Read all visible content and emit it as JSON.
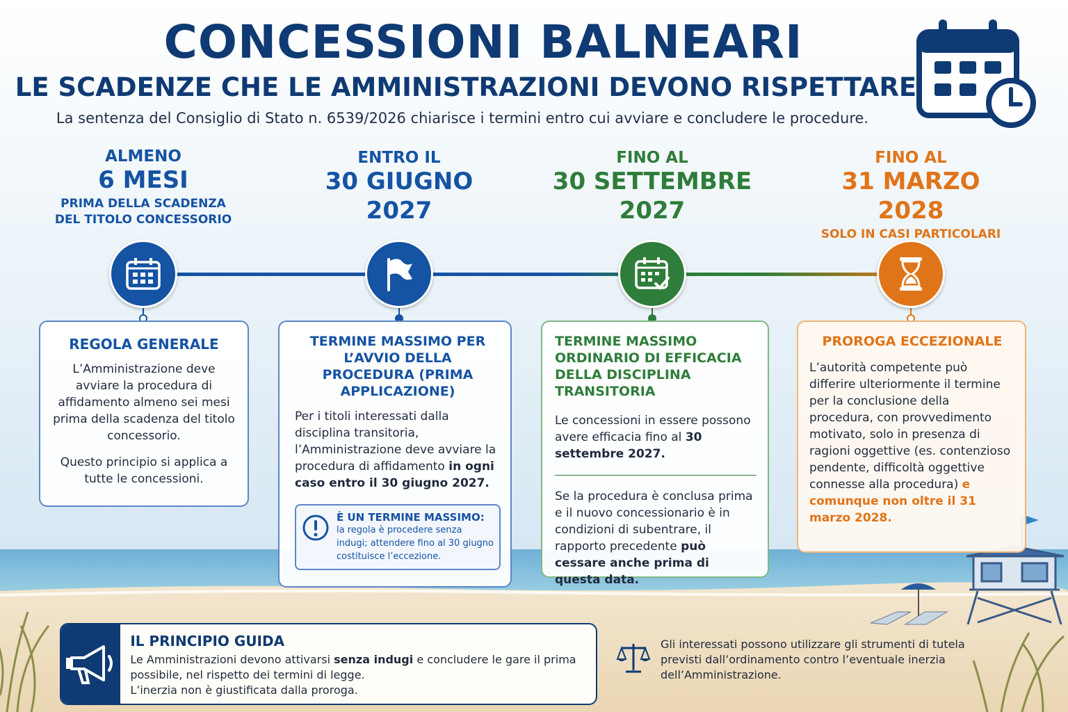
{
  "header": {
    "title": "CONCESSIONI BALNEARI",
    "subtitle": "LE SCADENZE CHE LE AMMINISTRAZIONI DEVONO RISPETTARE",
    "intro": "La sentenza del Consiglio di Stato n. 6539/2026 chiarisce i termini entro cui avviare e concludere le procedure."
  },
  "colors": {
    "navy": "#0f3a73",
    "blue": "#1553a3",
    "green": "#2e7d3a",
    "orange": "#e07418"
  },
  "steps": [
    {
      "line1": "ALMENO",
      "line2": "6 MESI",
      "line3": "",
      "small1": "PRIMA DELLA SCADENZA",
      "small2": "DEL TITOLO CONCESSORIO",
      "icon": "calendar-icon",
      "card_title": "REGOLA GENERALE",
      "card_p1": "L’Amministrazione deve avviare la procedura di affidamento almeno sei mesi prima della scadenza del titolo concessorio.",
      "card_p2": "Questo principio si applica a tutte le concessioni."
    },
    {
      "line1": "ENTRO IL",
      "line2": "30 GIUGNO",
      "line3": "2027",
      "icon": "flag-icon",
      "card_title": "TERMINE MASSIMO PER L’AVVIO DELLA PROCEDURA (PRIMA APPLICAZIONE)",
      "card_p1": "Per i titoli interessati dalla disciplina transitoria, l’Amministrazione deve avviare la procedura di affidamento",
      "card_p1_bold": "in ogni caso entro il 30 giugno 2027.",
      "warn_title": "È UN TERMINE MASSIMO:",
      "warn_text": "la regola è procedere senza indugi; attendere fino al 30 giugno costituisce l’eccezione."
    },
    {
      "line1": "FINO AL",
      "line2": "30 SETTEMBRE",
      "line3": "2027",
      "icon": "calendar-check-icon",
      "card_title": "TERMINE MASSIMO ORDINARIO DI EFFICACIA DELLA DISCIPLINA TRANSITORIA",
      "card_p1": "Le concessioni in essere possono avere efficacia fino al",
      "card_p1_bold": "30 settembre 2027.",
      "card_p2": "Se la procedura è conclusa prima e il nuovo concessionario è in condizioni di subentrare, il rapporto precedente",
      "card_p2_bold": "può cessare anche prima di questa data."
    },
    {
      "line1": "FINO AL",
      "line2": "31 MARZO",
      "line3": "2028",
      "small1": "SOLO IN CASI PARTICOLARI",
      "icon": "hourglass-icon",
      "card_title": "PROROGA ECCEZIONALE",
      "card_p1": "L’autorità competente può differire ulteriormente il termine per la conclusione della procedura, con provvedimento motivato, solo in presenza di ragioni oggettive (es. contenzioso pendente, difficoltà oggettive connesse alla procedura)",
      "card_p1_bold": "e comunque non oltre il 31 marzo 2028."
    }
  ],
  "guide": {
    "title": "IL PRINCIPIO GUIDA",
    "text_a": "Le Amministrazioni devono attivarsi",
    "text_bold": "senza indugi",
    "text_b": "e concludere le gare il prima possibile, nel rispetto dei termini di legge.",
    "text_c": "L’inerzia non è giustificata dalla proroga.",
    "icon": "megaphone-icon"
  },
  "tutela": {
    "text": "Gli interessati possono utilizzare gli strumenti di tutela previsti dall’ordinamento contro l’eventuale inerzia dell’Amministrazione.",
    "icon": "scales-icon"
  }
}
